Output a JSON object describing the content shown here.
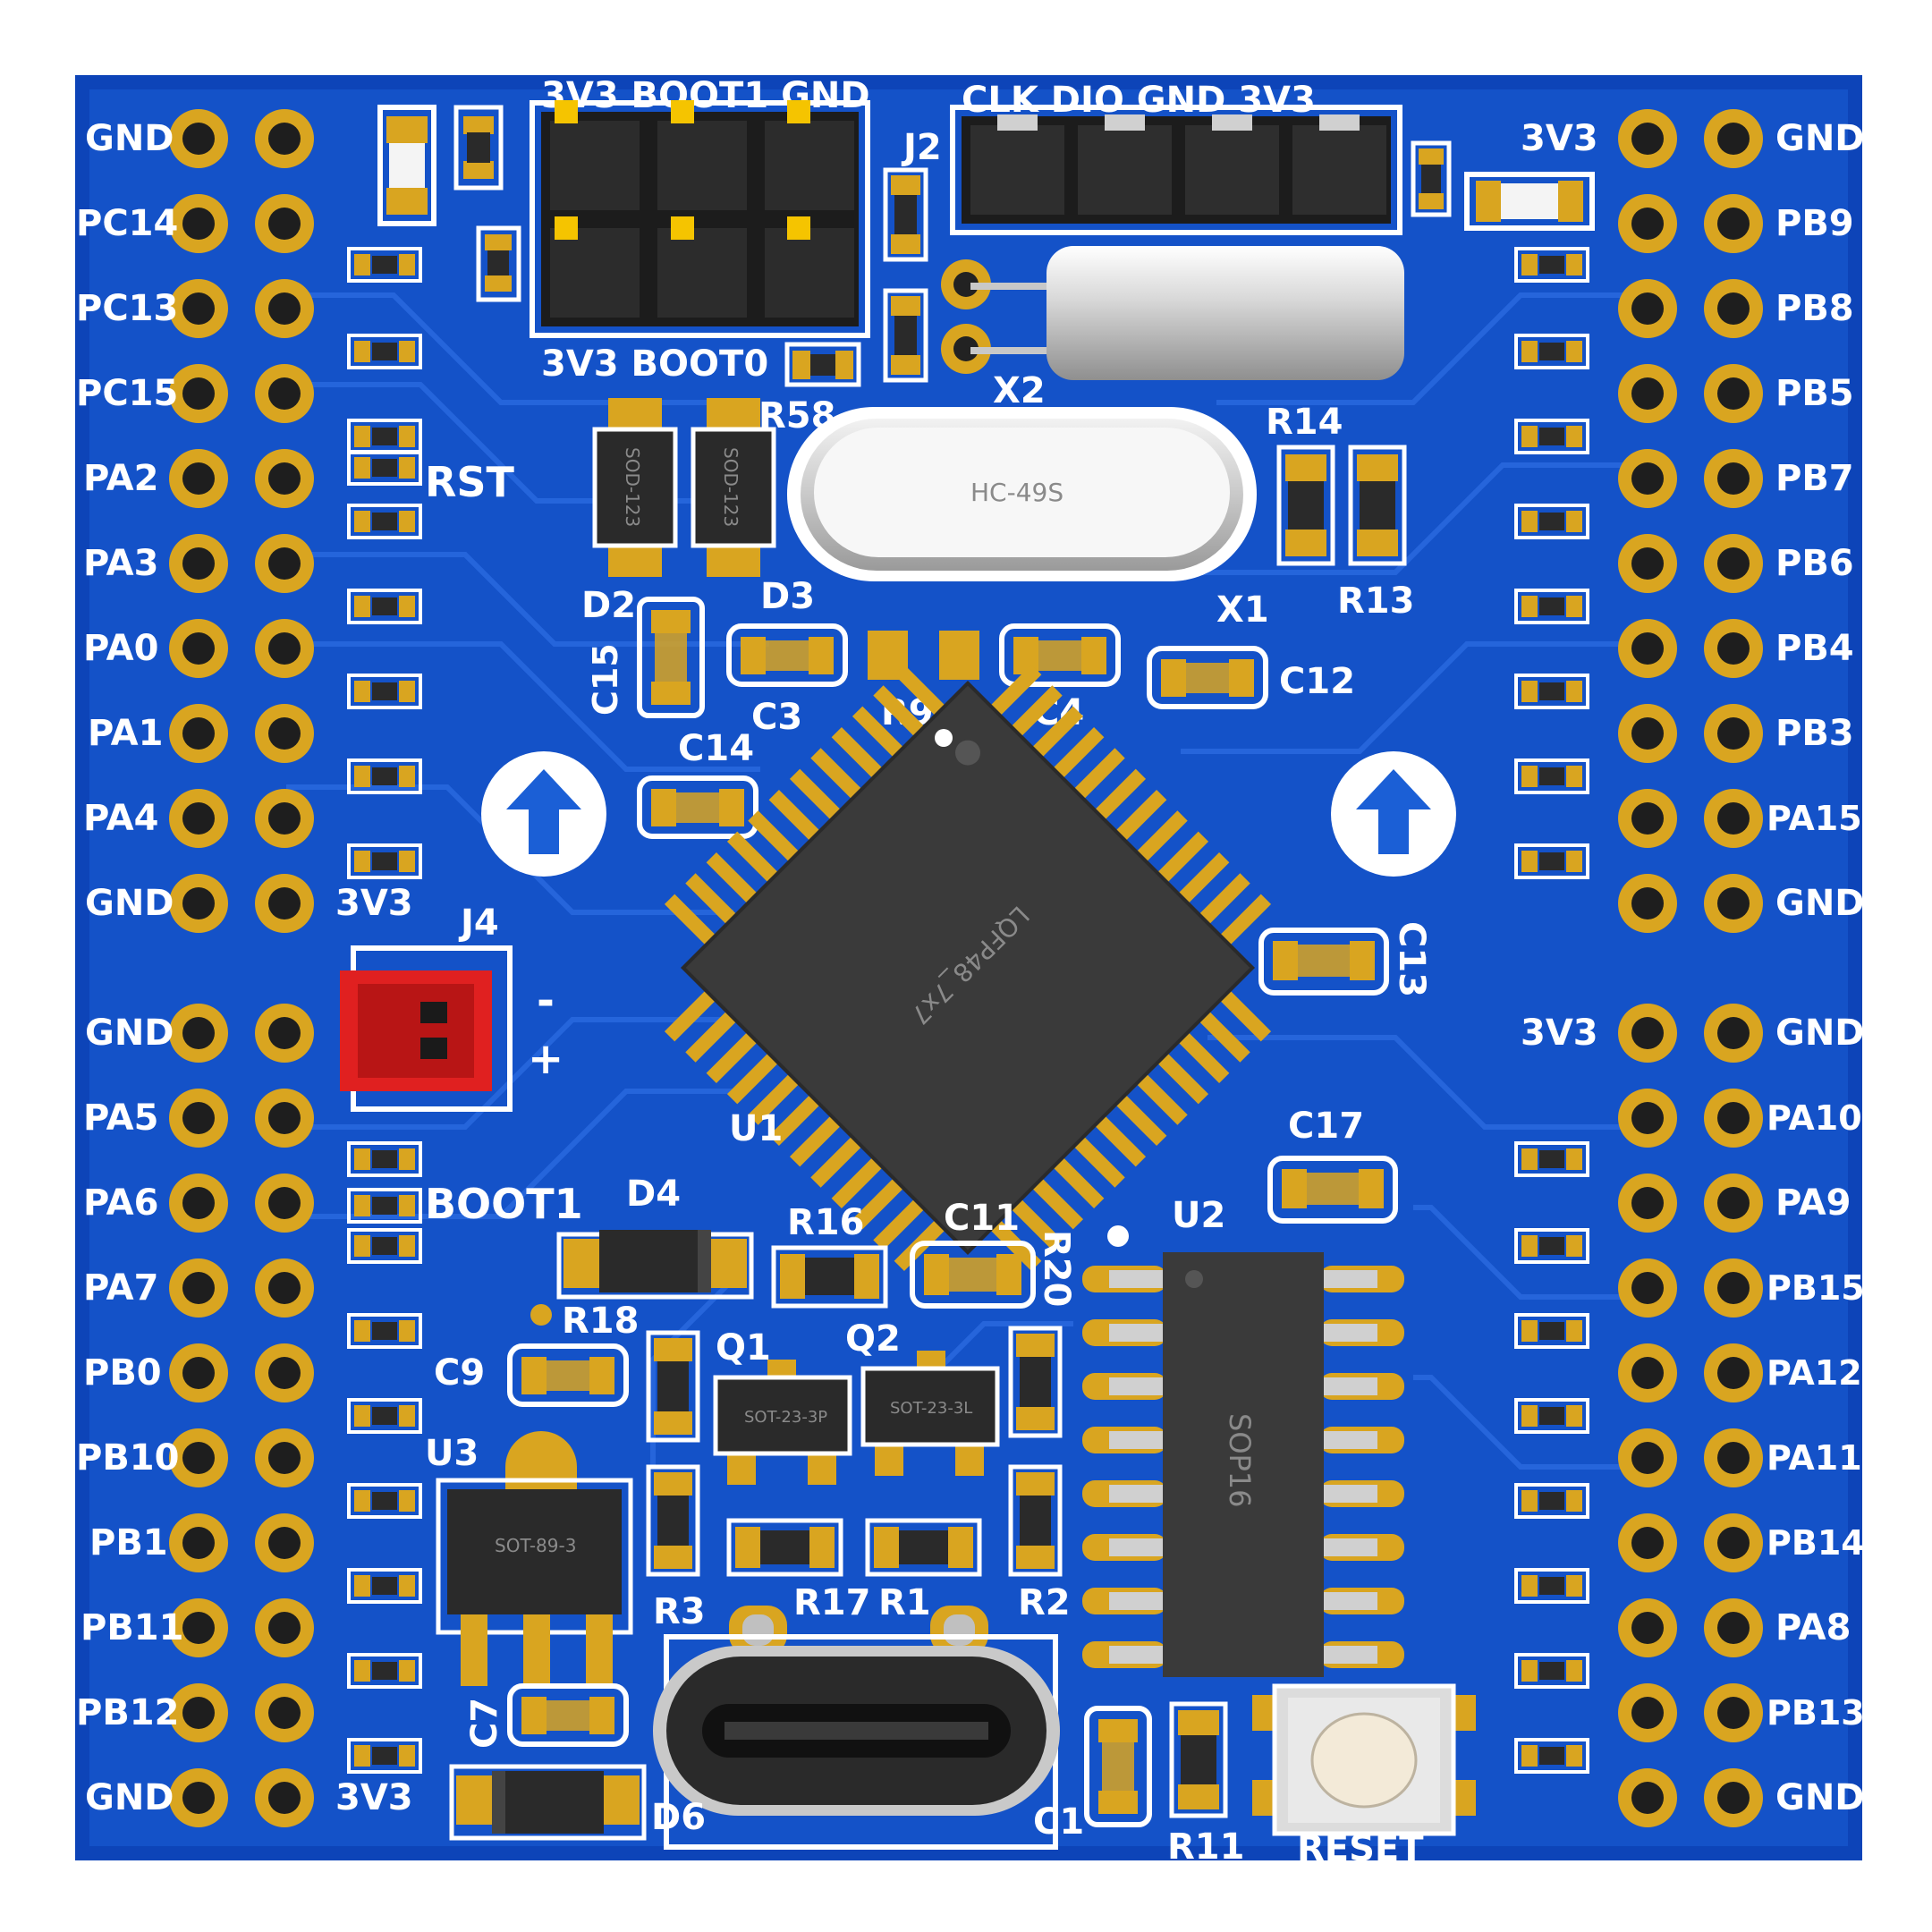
{
  "board": {
    "colors": {
      "substrate": "#0d44b8",
      "copper_pour": "#1b5fd6",
      "trace": "#1a59cf",
      "pad_gold": "#d9a520",
      "silk": "#ffffff",
      "ic_body": "#3a3a3a",
      "header_plastic": "#1c1c1c",
      "jst_red": "#e02020"
    },
    "left_header": {
      "top_labels": [
        "GND",
        "PC14",
        "PC13",
        "PC15",
        "PA2",
        "PA3",
        "PA0",
        "PA1",
        "PA4",
        "GND"
      ],
      "bottom_labels": [
        "GND",
        "PA5",
        "PA6",
        "PA7",
        "PB0",
        "PB10",
        "PB1",
        "PB11",
        "PB12",
        "GND"
      ]
    },
    "right_header": {
      "top_labels": [
        "GND",
        "PB9",
        "PB8",
        "PB5",
        "PB7",
        "PB6",
        "PB4",
        "PB3",
        "PA15",
        "GND"
      ],
      "bottom_labels": [
        "GND",
        "PA10",
        "PA9",
        "PB15",
        "PA12",
        "PA11",
        "PB14",
        "PA8",
        "PB13",
        "GND"
      ]
    },
    "labels": {
      "left_3v3_upper": "3V3",
      "left_3v3_lower": "3V3",
      "right_3v3_top": "3V3",
      "right_3v3_mid": "3V3",
      "boot_header_top": "3V3 BOOT1 GND",
      "boot_header_bottom": "3V3 BOOT0",
      "swd_header": "CLK DIO GND 3V3",
      "rst": "RST",
      "boot1": "BOOT1",
      "j2": "J2",
      "j4": "J4",
      "minus": "-",
      "plus": "+",
      "r58": "R58",
      "x2": "X2",
      "r14": "R14",
      "r13": "R13",
      "d2": "D2",
      "d3": "D3",
      "c15": "C15",
      "c3": "C3",
      "r9": "R9",
      "c4": "C4",
      "x1": "X1",
      "c12": "C12",
      "c14": "C14",
      "c13": "C13",
      "u1": "U1",
      "c17": "C17",
      "d4": "D4",
      "r16": "R16",
      "c11": "C11",
      "r20": "R20",
      "u2": "U2",
      "r18": "R18",
      "c9": "C9",
      "q1": "Q1",
      "q2": "Q2",
      "u3": "U3",
      "r3": "R3",
      "r17": "R17",
      "r1": "R1",
      "r2": "R2",
      "c7": "C7",
      "d6": "D6",
      "c1": "C1",
      "r11": "R11",
      "reset": "RESET"
    },
    "packages": {
      "mcu": "LQFP48_7x7",
      "crystal": "HC-49S",
      "sop": "SOP16",
      "sod_a": "SOD-123",
      "sod_b": "SOD-123",
      "sot_q1": "SOT-23-3P",
      "sot_q2": "SOT-23-3L",
      "sot89": "SOT-89-3"
    }
  }
}
